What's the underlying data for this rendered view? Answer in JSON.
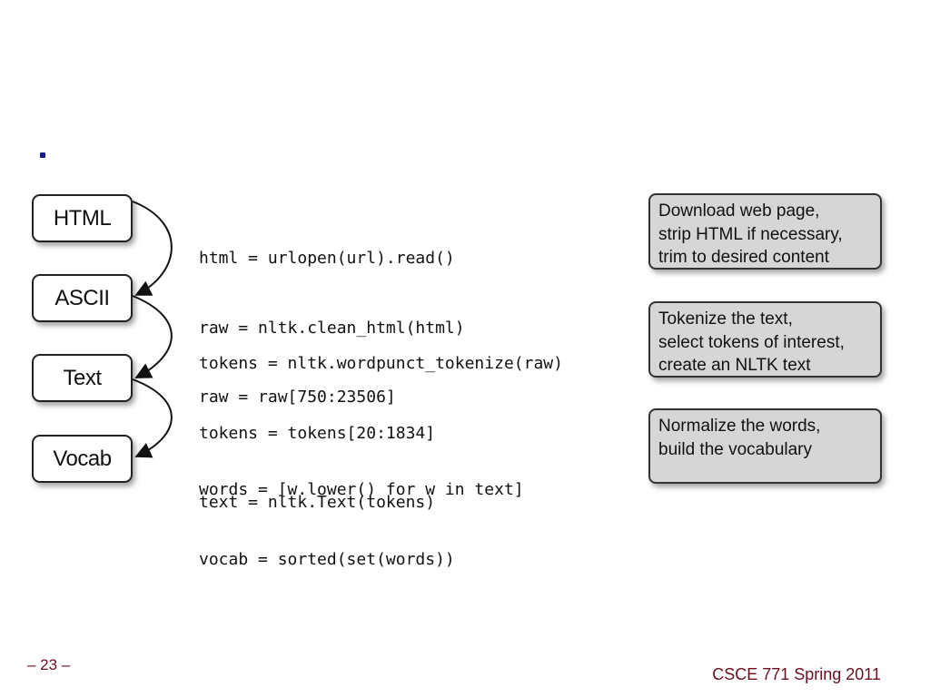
{
  "stages": [
    "HTML",
    "ASCII",
    "Text",
    "Vocab"
  ],
  "code_blocks": [
    [
      "html = urlopen(url).read()",
      "raw = nltk.clean_html(html)",
      "raw = raw[750:23506]"
    ],
    [
      "tokens = nltk.wordpunct_tokenize(raw)",
      "tokens = tokens[20:1834]",
      "text = nltk.Text(tokens)"
    ],
    [
      "words = [w.lower() for w in text]",
      "vocab = sorted(set(words))"
    ]
  ],
  "notes": [
    [
      "Download web page,",
      "strip HTML if necessary,",
      "trim to desired content"
    ],
    [
      "Tokenize the text,",
      "select tokens of interest,",
      "create an NLTK text"
    ],
    [
      "Normalize the words,",
      "build the vocabulary"
    ]
  ],
  "footer": {
    "page_number": "– 23 –",
    "course": "CSCE 771 Spring 2011"
  },
  "colors": {
    "footer": "#6b0e1e",
    "note_fill": "#d6d6d6",
    "bullet": "#1a1a8c"
  }
}
